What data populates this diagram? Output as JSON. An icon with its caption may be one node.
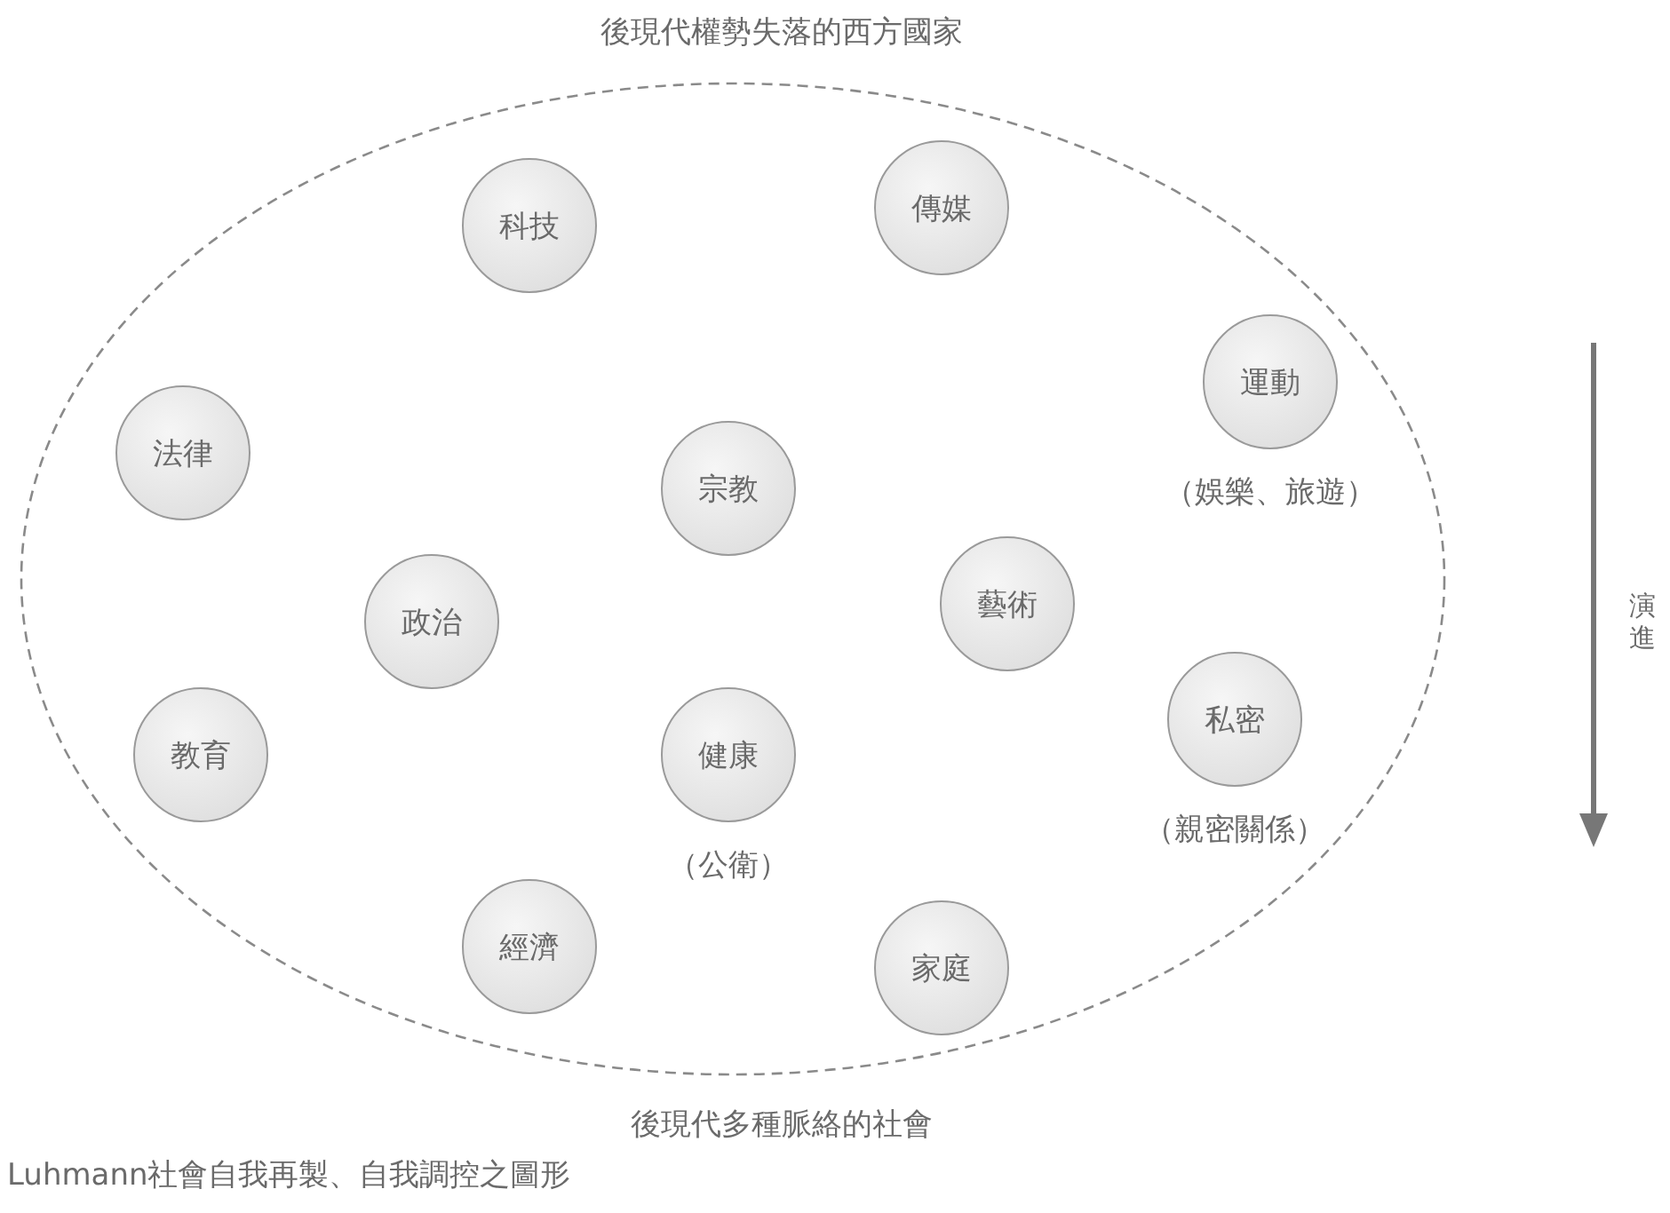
{
  "diagram": {
    "caption": "Luhmann社會自我再製、自我調控之圖形",
    "nodes": [
      {
        "text": [],
        "shape": "ellipse"
      },
      {
        "text": [
          "科技"
        ],
        "in": 0
      },
      {
        "text": [
          "傳媒"
        ],
        "in": 0
      },
      {
        "text": [
          "運動"
        ],
        "in": 0,
        "beside": [
          "（娛樂、旅遊）"
        ]
      },
      {
        "text": [
          "法律"
        ],
        "in": 0
      },
      {
        "text": [
          "宗教"
        ],
        "in": 0
      },
      {
        "text": [
          "政治"
        ],
        "in": 0
      },
      {
        "text": [
          "藝術"
        ],
        "in": 0
      },
      {
        "text": [
          "教育"
        ],
        "in": 0
      },
      {
        "text": [
          "健康"
        ],
        "in": 0,
        "beside": [
          "（公衛）"
        ]
      },
      {
        "text": [
          "私密"
        ],
        "in": 0,
        "beside": [
          "（親密關係）"
        ]
      },
      {
        "text": [
          "經濟"
        ],
        "in": 0
      },
      {
        "text": [
          "家庭"
        ],
        "in": 0
      }
    ],
    "edges": [],
    "labels": [
      "後現代權勢失落的西方國家",
      "演進",
      "後現代多種脈絡的社會"
    ]
  }
}
